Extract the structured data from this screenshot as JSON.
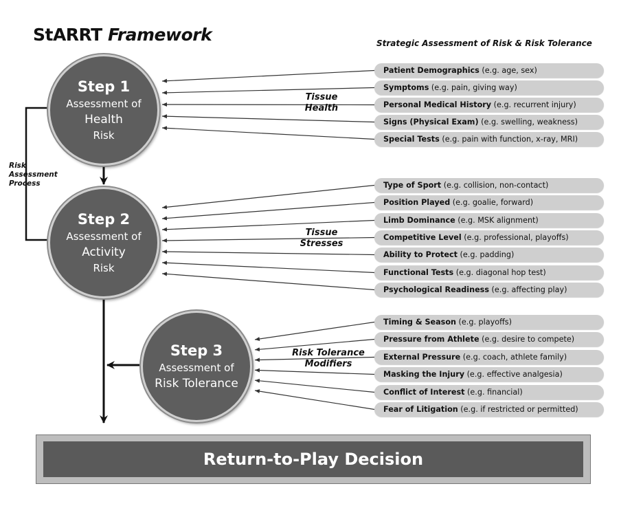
{
  "title": {
    "brand": "StARRT",
    "rest": "Framework"
  },
  "subtitle": "Strategic Assessment of Risk & Risk Tolerance",
  "side_label": "Risk Assessment Process",
  "steps": [
    {
      "step": "Step 1",
      "line1": "Assessment of",
      "line2": "Health",
      "line3": "Risk"
    },
    {
      "step": "Step 2",
      "line1": "Assessment of",
      "line2": "Activity",
      "line3": "Risk"
    },
    {
      "step": "Step 3",
      "line1": "Assessment of",
      "line2": "Risk Tolerance"
    }
  ],
  "groups": [
    {
      "label_line1": "Tissue",
      "label_line2": "Health",
      "items": [
        {
          "name": "Patient Demographics",
          "example": "(e.g. age, sex)"
        },
        {
          "name": "Symptoms",
          "example": "(e.g. pain, giving way)"
        },
        {
          "name": "Personal Medical History",
          "example": "(e.g. recurrent injury)"
        },
        {
          "name": "Signs (Physical Exam)",
          "example": "(e.g. swelling, weakness)"
        },
        {
          "name": "Special Tests",
          "example": "(e.g. pain with function, x-ray, MRI)"
        }
      ]
    },
    {
      "label_line1": "Tissue",
      "label_line2": "Stresses",
      "items": [
        {
          "name": "Type of Sport",
          "example": "(e.g. collision, non-contact)"
        },
        {
          "name": "Position Played",
          "example": "(e.g. goalie, forward)"
        },
        {
          "name": "Limb Dominance",
          "example": "(e.g. MSK alignment)"
        },
        {
          "name": "Competitive Level",
          "example": "(e.g. professional, playoffs)"
        },
        {
          "name": "Ability to Protect",
          "example": "(e.g. padding)"
        },
        {
          "name": "Functional Tests",
          "example": "(e.g. diagonal hop test)"
        },
        {
          "name": "Psychological Readiness",
          "example": "(e.g. affecting play)"
        }
      ]
    },
    {
      "label_line1": "Risk Tolerance",
      "label_line2": "Modifiers",
      "items": [
        {
          "name": "Timing & Season",
          "example": "(e.g. playoffs)"
        },
        {
          "name": "Pressure from Athlete",
          "example": "(e.g. desire to compete)"
        },
        {
          "name": "External Pressure",
          "example": "(e.g. coach, athlete family)"
        },
        {
          "name": "Masking the Injury",
          "example": "(e.g. effective analgesia)"
        },
        {
          "name": "Conflict of Interest",
          "example": "(e.g. financial)"
        },
        {
          "name": "Fear of Litigation",
          "example": "(e.g. if restricted or permitted)"
        }
      ]
    }
  ],
  "decision": "Return-to-Play Decision"
}
